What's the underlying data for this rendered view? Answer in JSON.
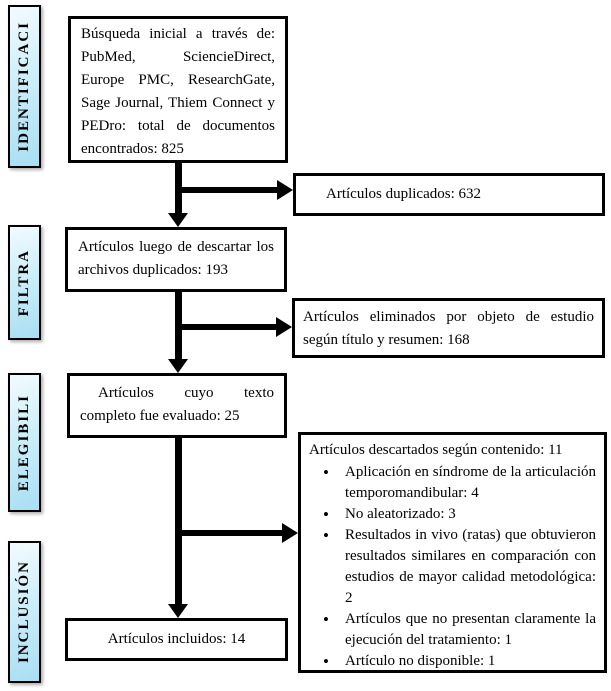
{
  "colors": {
    "stage_fill_top": "#f2fbfe",
    "stage_fill_bottom": "#a9def3",
    "box_border": "#000000",
    "background": "#ffffff"
  },
  "stages": [
    {
      "label": "IDENTIFICACI"
    },
    {
      "label": "FILTRA"
    },
    {
      "label": "ELEGIBILI"
    },
    {
      "label": "INCLUSIÓN"
    }
  ],
  "flow": {
    "search_box": {
      "text": "Búsqueda inicial a través de: PubMed, SciencieDirect, Europe PMC, ResearchGate, Sage Journal, Thiem Connect y PEDro: total de documentos encontrados: 825"
    },
    "after_duplicates_box": {
      "text": "Artículos luego de descartar los archivos duplicados: 193"
    },
    "fulltext_box": {
      "text": "Artículos cuyo texto completo fue evaluado: 25"
    },
    "included_box": {
      "text": "Artículos incluidos: 14"
    }
  },
  "exclusions": {
    "duplicates_box": {
      "text": "Artículos duplicados: 632"
    },
    "title_abstract_box": {
      "text": "Artículos eliminados por objeto de estudio según título y resumen: 168"
    },
    "content_box": {
      "title": "Artículos descartados según contenido: 11",
      "items": [
        "Aplicación en síndrome de la articulación temporomandibular: 4",
        "No aleatorizado: 3",
        "Resultados in vivo (ratas) que obtuvieron resultados similares en comparación con estudios de mayor calidad metodológica: 2",
        "Artículos que no presentan claramente la ejecución del tratamiento: 1",
        "Artículo no disponible: 1"
      ]
    }
  }
}
